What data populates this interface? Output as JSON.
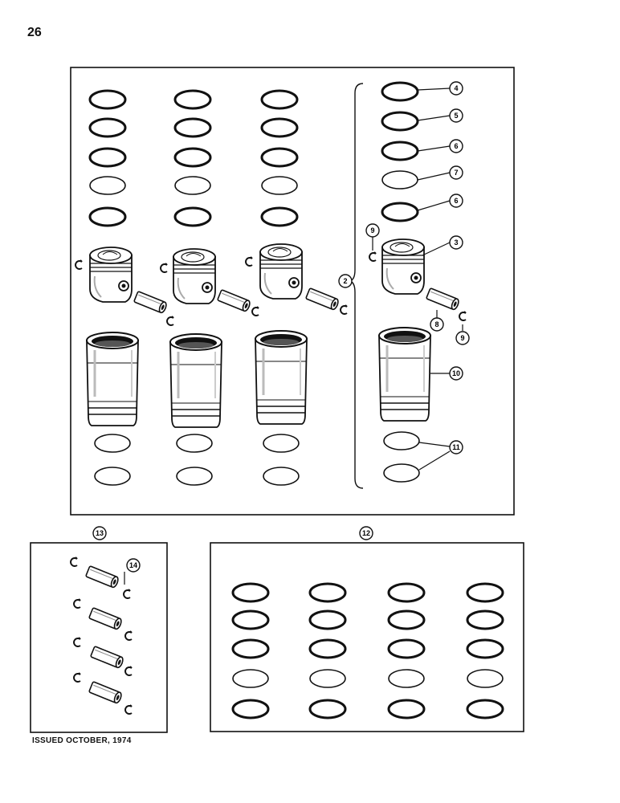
{
  "page": {
    "number": "26"
  },
  "footer": {
    "issued": "ISSUED OCTOBER, 1974"
  },
  "callouts": [
    {
      "id": "c4",
      "label": "4"
    },
    {
      "id": "c5",
      "label": "5"
    },
    {
      "id": "c6a",
      "label": "6"
    },
    {
      "id": "c7",
      "label": "7"
    },
    {
      "id": "c6b",
      "label": "6"
    },
    {
      "id": "c9a",
      "label": "9"
    },
    {
      "id": "c3",
      "label": "3"
    },
    {
      "id": "c2",
      "label": "2"
    },
    {
      "id": "c8",
      "label": "8"
    },
    {
      "id": "c9b",
      "label": "9"
    },
    {
      "id": "c10",
      "label": "10"
    },
    {
      "id": "c11",
      "label": "11"
    },
    {
      "id": "c13",
      "label": "13"
    },
    {
      "id": "c14",
      "label": "14"
    },
    {
      "id": "c12",
      "label": "12"
    }
  ]
}
